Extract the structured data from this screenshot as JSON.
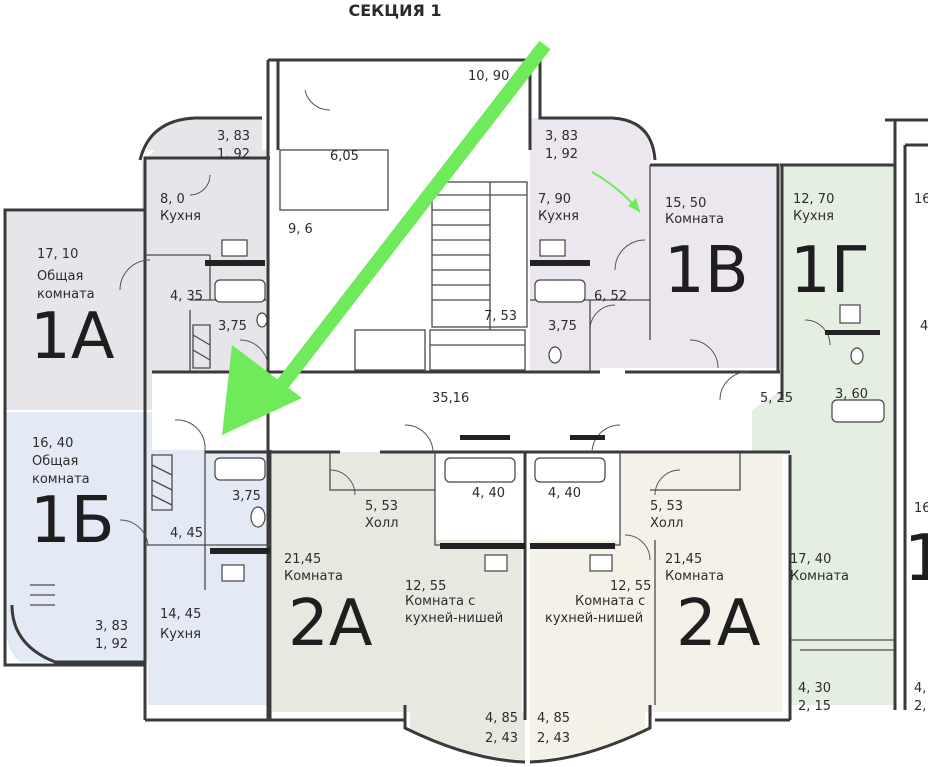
{
  "section_title": "СЕКЦИЯ 1",
  "colors": {
    "apt_1a": "#e6e5ea",
    "apt_1b": "#e4eaf5",
    "apt_1v": "#ece6ef",
    "apt_1g": "#e4efe2",
    "apt_2a_left": "#e9e8e0",
    "apt_2a_right": "#f4f2e8",
    "core": "#ffffff",
    "arrow": "#6fea5a",
    "walls": "#3a3a3a"
  },
  "apartments": {
    "a1": {
      "label": "1А",
      "rooms": {
        "living_area": "17, 10",
        "living_name_1": "Общая",
        "living_name_2": "комната",
        "kitchen_area": "8, 0",
        "kitchen_name": "Кухня",
        "balcony_1": "3, 83",
        "balcony_2": "1, 92",
        "hall_area": "4, 35",
        "bath_area": "3,75"
      }
    },
    "b1": {
      "label": "1Б",
      "rooms": {
        "living_area": "16, 40",
        "living_name_1": "Общая",
        "living_name_2": "комната",
        "hall_area": "4, 45",
        "bath_area": "3,75",
        "kitchen_area": "14, 45",
        "kitchen_name": "Кухня",
        "balcony_1": "3, 83",
        "balcony_2": "1, 92"
      }
    },
    "v1": {
      "label": "1В",
      "rooms": {
        "room_area": "15, 50",
        "room_name": "Комната",
        "kitchen_area": "7, 90",
        "kitchen_name": "Кухня",
        "balcony_1": "3, 83",
        "balcony_2": "1, 92",
        "hall_area": "6, 52",
        "bath_area": "3,75"
      }
    },
    "g1": {
      "label": "1Г",
      "rooms": {
        "kitchen_area": "12, 70",
        "kitchen_name": "Кухня",
        "hall_area": "5, 25",
        "bath_area": "3, 60",
        "room_area": "17, 40",
        "room_name": "Комната",
        "balcony_1": "4, 30",
        "balcony_2": "2, 15"
      }
    },
    "a2_left": {
      "label": "2А",
      "rooms": {
        "hall_area": "5, 53",
        "hall_name": "Холл",
        "room_area": "21,45",
        "room_name": "Комната",
        "studio_area": "12, 55",
        "studio_name_1": "Комната с",
        "studio_name_2": "кухней-нишей",
        "bath_area": "4, 40",
        "balcony_1": "4, 85",
        "balcony_2": "2, 43"
      }
    },
    "a2_right": {
      "label": "2А",
      "rooms": {
        "hall_area": "5, 53",
        "hall_name": "Холл",
        "room_area": "21,45",
        "room_name": "Комната",
        "studio_area": "12, 55",
        "studio_name_1": "Комната с",
        "studio_name_2": "кухней-нишей",
        "bath_area": "4, 40",
        "balcony_1": "4, 85",
        "balcony_2": "2, 43"
      }
    }
  },
  "common": {
    "corridor": "35,16",
    "lobby": "10, 90",
    "room_605": "6,05",
    "room_96": "9, 6",
    "stair": "7, 53"
  },
  "partial_right": {
    "text_1": "16",
    "text_2": "4",
    "text_3": "16",
    "text_4": "4,",
    "text_5": "2,",
    "text_6": "1"
  }
}
